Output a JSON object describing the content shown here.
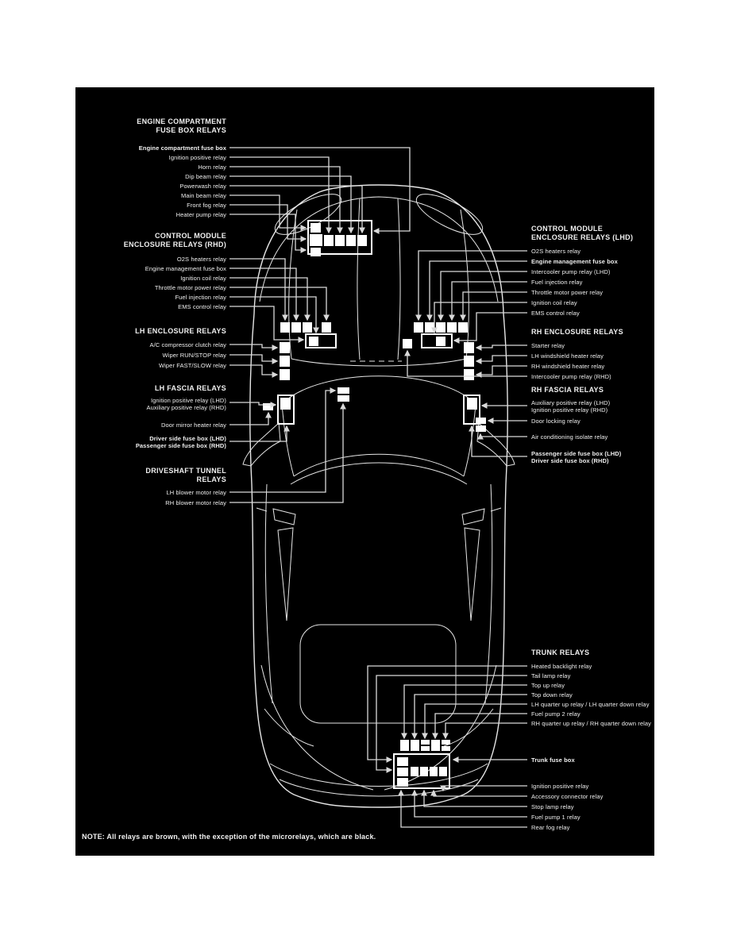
{
  "note": "NOTE: All relays are brown, with the exception of the microrelays, which are black.",
  "colors": {
    "background": "#000000",
    "page": "#ffffff",
    "line": "#d9d9d9",
    "text": "#f0f0f0",
    "box": "#ffffff"
  },
  "left": {
    "engine_compartment": {
      "heading": "ENGINE COMPARTMENT\nFUSE BOX RELAYS",
      "items": [
        "Engine compartment fuse box",
        "Ignition positive relay",
        "Horn relay",
        "Dip beam relay",
        "Powerwash relay",
        "Main beam relay",
        "Front fog relay",
        "Heater pump relay"
      ]
    },
    "control_module_rhd": {
      "heading": "CONTROL MODULE\nENCLOSURE RELAYS (RHD)",
      "items": [
        "O2S heaters relay",
        "Engine management fuse box",
        "Ignition coil relay",
        "Throttle motor power relay",
        "Fuel injection relay",
        "EMS control relay"
      ]
    },
    "lh_enclosure": {
      "heading": "LH ENCLOSURE RELAYS",
      "items": [
        "A/C compressor clutch relay",
        "Wiper RUN/STOP relay",
        "Wiper FAST/SLOW relay"
      ]
    },
    "lh_fascia": {
      "heading": "LH FASCIA RELAYS",
      "items": [
        "Ignition positive relay (LHD)",
        "Auxiliary positive relay (RHD)",
        "Door mirror heater relay",
        "Driver side fuse box (LHD)",
        "Passenger side fuse box (RHD)"
      ]
    },
    "driveshaft_tunnel": {
      "heading": "DRIVESHAFT TUNNEL\nRELAYS",
      "items": [
        "LH blower motor relay",
        "RH blower motor relay"
      ]
    }
  },
  "right": {
    "control_module_lhd": {
      "heading": "CONTROL MODULE\nENCLOSURE RELAYS (LHD)",
      "items": [
        "O2S heaters relay",
        "Engine management fuse box",
        "Intercooler pump relay (LHD)",
        "Fuel injection relay",
        "Throttle motor power relay",
        "Ignition coil relay",
        "EMS control relay"
      ]
    },
    "rh_enclosure": {
      "heading": "RH ENCLOSURE RELAYS",
      "items": [
        "Starter relay",
        "LH windshield heater relay",
        "RH windshield heater relay",
        "Intercooler pump relay (RHD)"
      ]
    },
    "rh_fascia": {
      "heading": "RH FASCIA RELAYS",
      "items": [
        "Auxiliary positive relay (LHD)",
        "Ignition positive relay (RHD)",
        "Door locking relay",
        "Air conditioning isolate relay",
        "Passenger side fuse box (LHD)",
        "Driver side fuse box (RHD)"
      ]
    },
    "trunk": {
      "heading": "TRUNK RELAYS",
      "items": [
        "Heated backlight relay",
        "Tail lamp relay",
        "Top up relay",
        "Top down relay",
        "LH quarter up relay / LH quarter down relay",
        "Fuel pump 2 relay",
        "RH quarter up relay / RH quarter down relay"
      ],
      "fuse_box": "Trunk fuse box",
      "bottom_items": [
        "Ignition positive relay",
        "Accessory connector relay",
        "Stop lamp relay",
        "Fuel pump 1 relay",
        "Rear fog relay"
      ]
    }
  }
}
